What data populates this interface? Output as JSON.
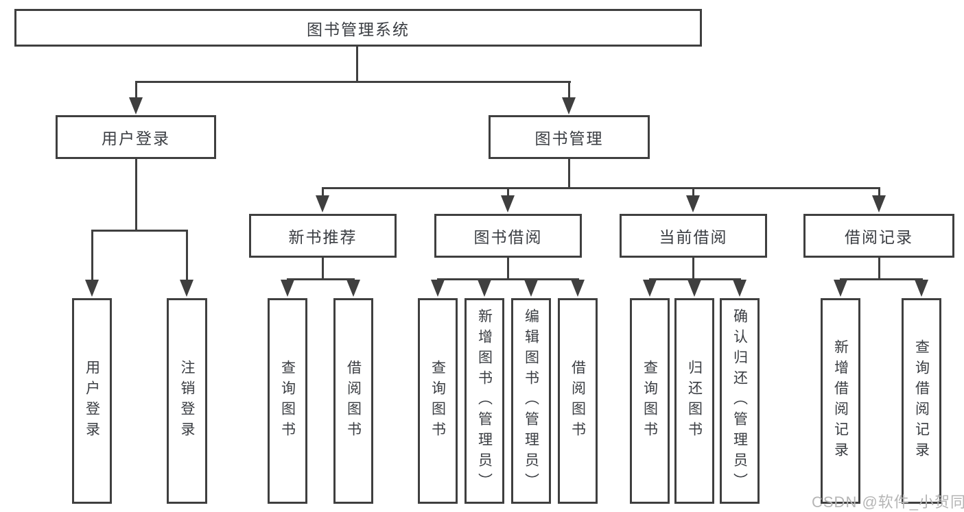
{
  "tree": {
    "root": {
      "label": "图书管理系统"
    },
    "branches": [
      {
        "label": "用户登录",
        "children": [
          {
            "label": "用户登录"
          },
          {
            "label": "注销登录"
          }
        ]
      },
      {
        "label": "图书管理",
        "children": [
          {
            "label": "新书推荐",
            "children": [
              {
                "label": "查询图书"
              },
              {
                "label": "借阅图书"
              }
            ]
          },
          {
            "label": "图书借阅",
            "children": [
              {
                "label": "查询图书"
              },
              {
                "label": "新增图书（管理员）"
              },
              {
                "label": "编辑图书（管理员）"
              },
              {
                "label": "借阅图书"
              }
            ]
          },
          {
            "label": "当前借阅",
            "children": [
              {
                "label": "查询图书"
              },
              {
                "label": "归还图书"
              },
              {
                "label": "确认归还（管理员）"
              }
            ]
          },
          {
            "label": "借阅记录",
            "children": [
              {
                "label": "新增借阅记录"
              },
              {
                "label": "查询借阅记录"
              }
            ]
          }
        ]
      }
    ]
  },
  "watermark": {
    "text": "CSDN @软件_小贺同学"
  },
  "colors": {
    "line": "#3f3f3f",
    "text": "#3a3d42",
    "watermark": "#b5b5b5"
  }
}
